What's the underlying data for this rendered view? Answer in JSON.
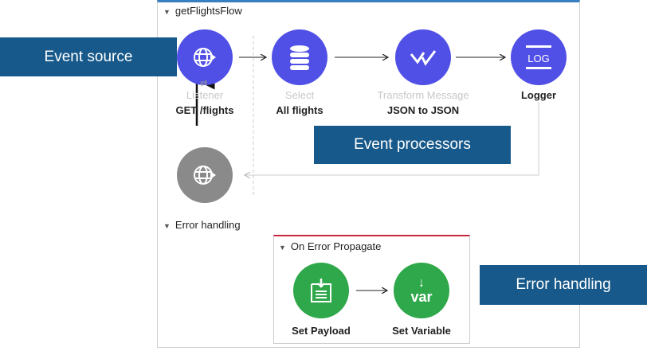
{
  "flow": {
    "title": "getFlightsFlow",
    "error_section": "Error handling"
  },
  "nodes": [
    {
      "name": "Listener",
      "label": "GET /flights",
      "icon": "globe-listener-icon"
    },
    {
      "name": "Select",
      "label": "All flights",
      "icon": "database-icon"
    },
    {
      "name": "Transform Message",
      "label": "JSON to JSON",
      "icon": "transform-icon"
    },
    {
      "name": "",
      "label": "Logger",
      "icon": "log-icon"
    }
  ],
  "error_handler": {
    "title": "On Error Propagate",
    "nodes": [
      {
        "label": "Set Payload",
        "icon": "set-payload-icon"
      },
      {
        "label": "Set Variable",
        "icon": "var-icon",
        "icon_text": "var"
      }
    ]
  },
  "callouts": {
    "source": "Event source",
    "processors": "Event processors",
    "errors": "Error handling"
  },
  "logger_icon_text": "LOG"
}
